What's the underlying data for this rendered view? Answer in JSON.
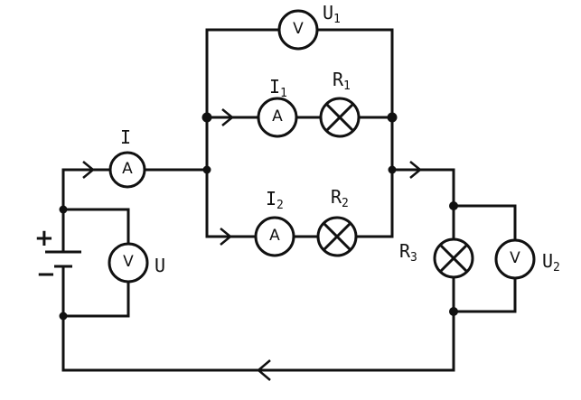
{
  "diagram": {
    "colors": {
      "ink": "#111111",
      "background": "#ffffff"
    },
    "source": {
      "positive_sign": "+",
      "negative_sign": "−"
    },
    "meters": {
      "ammeter_main": {
        "symbol": "A",
        "label": "I",
        "subscript": ""
      },
      "voltmeter_source": {
        "symbol": "V",
        "label": "U",
        "subscript": ""
      },
      "voltmeter_top": {
        "symbol": "V",
        "label": "U",
        "subscript": "1"
      },
      "ammeter_branch1": {
        "symbol": "A",
        "label": "I",
        "subscript": "1"
      },
      "ammeter_branch2": {
        "symbol": "A",
        "label": "I",
        "subscript": "2"
      },
      "voltmeter_right": {
        "symbol": "V",
        "label": "U",
        "subscript": "2"
      }
    },
    "lamps": {
      "lamp1": {
        "label": "R",
        "subscript": "1"
      },
      "lamp2": {
        "label": "R",
        "subscript": "2"
      },
      "lamp3": {
        "label": "R",
        "subscript": "3"
      }
    }
  }
}
